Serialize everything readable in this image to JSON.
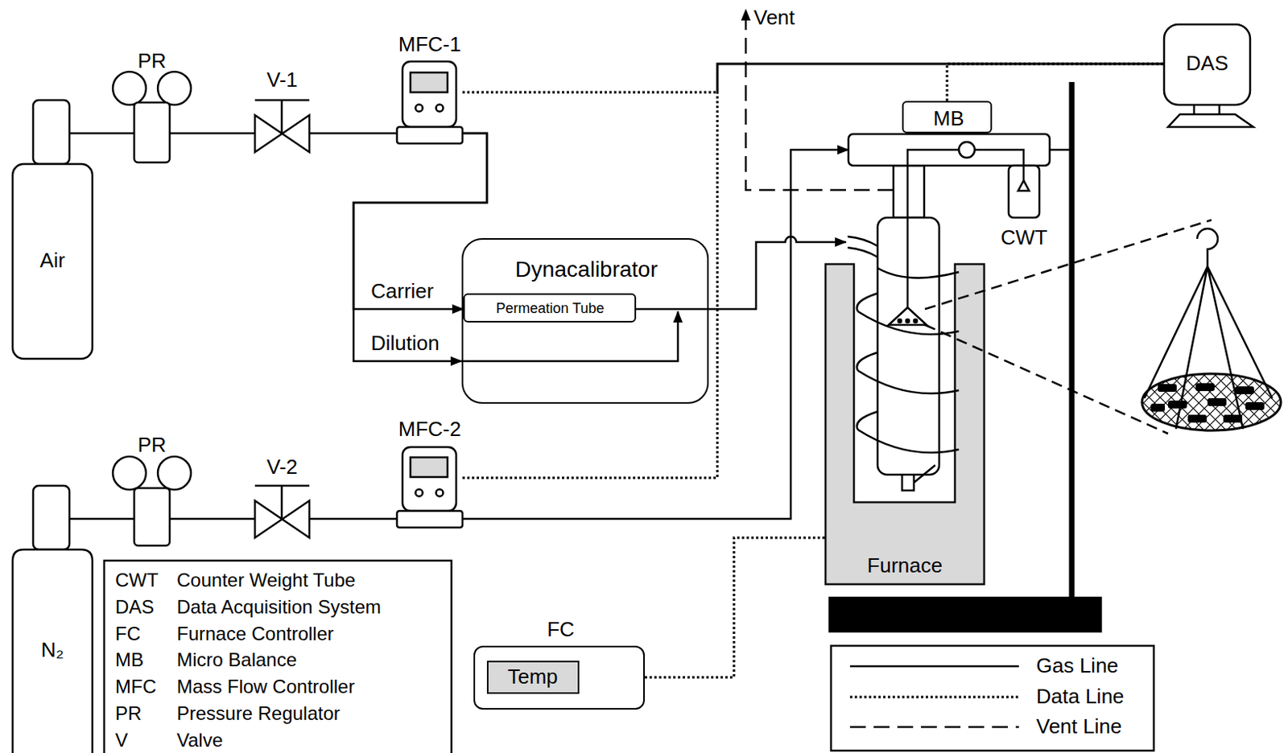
{
  "diagram": {
    "nodes": [
      {
        "text": [
          "Air"
        ]
      },
      {
        "text": [
          "PR"
        ]
      },
      {
        "text": [
          "V-1"
        ]
      },
      {
        "text": [
          "MFC-1"
        ]
      },
      {
        "text": [
          "Dynacalibrator"
        ]
      },
      {
        "text": [
          "Permeation Tube"
        ],
        "in": 4
      },
      {
        "text": [
          "DAS"
        ]
      },
      {
        "text": [
          "MB"
        ]
      },
      {
        "text": [
          "CWT"
        ]
      },
      {
        "text": [
          "Furnace"
        ]
      },
      {
        "text": [
          "N₂"
        ]
      },
      {
        "text": [
          "PR"
        ]
      },
      {
        "text": [
          "V-2"
        ]
      },
      {
        "text": [
          "MFC-2"
        ]
      },
      {
        "text": [
          "FC"
        ]
      },
      {
        "text": [
          "Temp"
        ],
        "in": 14
      }
    ],
    "edges": [
      {
        "from": 0,
        "to": 1,
        "arrow": "none"
      },
      {
        "from": 1,
        "to": 2,
        "arrow": "none"
      },
      {
        "from": 2,
        "to": 3,
        "arrow": "none"
      },
      {
        "from": 3,
        "to": 5,
        "label": "Carrier",
        "arrow": "to"
      },
      {
        "from": 3,
        "to": 4,
        "label": "Dilution",
        "arrow": "to"
      },
      {
        "from": 10,
        "to": 11,
        "arrow": "none"
      },
      {
        "from": 11,
        "to": 12,
        "arrow": "none"
      },
      {
        "from": 12,
        "to": 13,
        "arrow": "none"
      },
      {
        "from": 3,
        "to": 6,
        "arrow": "none"
      },
      {
        "from": 13,
        "to": 6,
        "arrow": "none"
      },
      {
        "from": 7,
        "to": 6,
        "arrow": "none"
      },
      {
        "from": 14,
        "to": 9,
        "arrow": "none"
      }
    ],
    "labels": [
      "Vent",
      "CWT",
      "Counter Weight Tube",
      "DAS",
      "Data Acquisition System",
      "FC",
      "Furnace Controller",
      "MB",
      "Micro Balance",
      "MFC",
      "Mass Flow Controller",
      "PR",
      "Pressure Regulator",
      "V",
      "Valve"
    ],
    "legend": [
      {
        "text": "Gas Line"
      },
      {
        "text": "Data Line"
      },
      {
        "text": "Vent Line"
      }
    ]
  }
}
